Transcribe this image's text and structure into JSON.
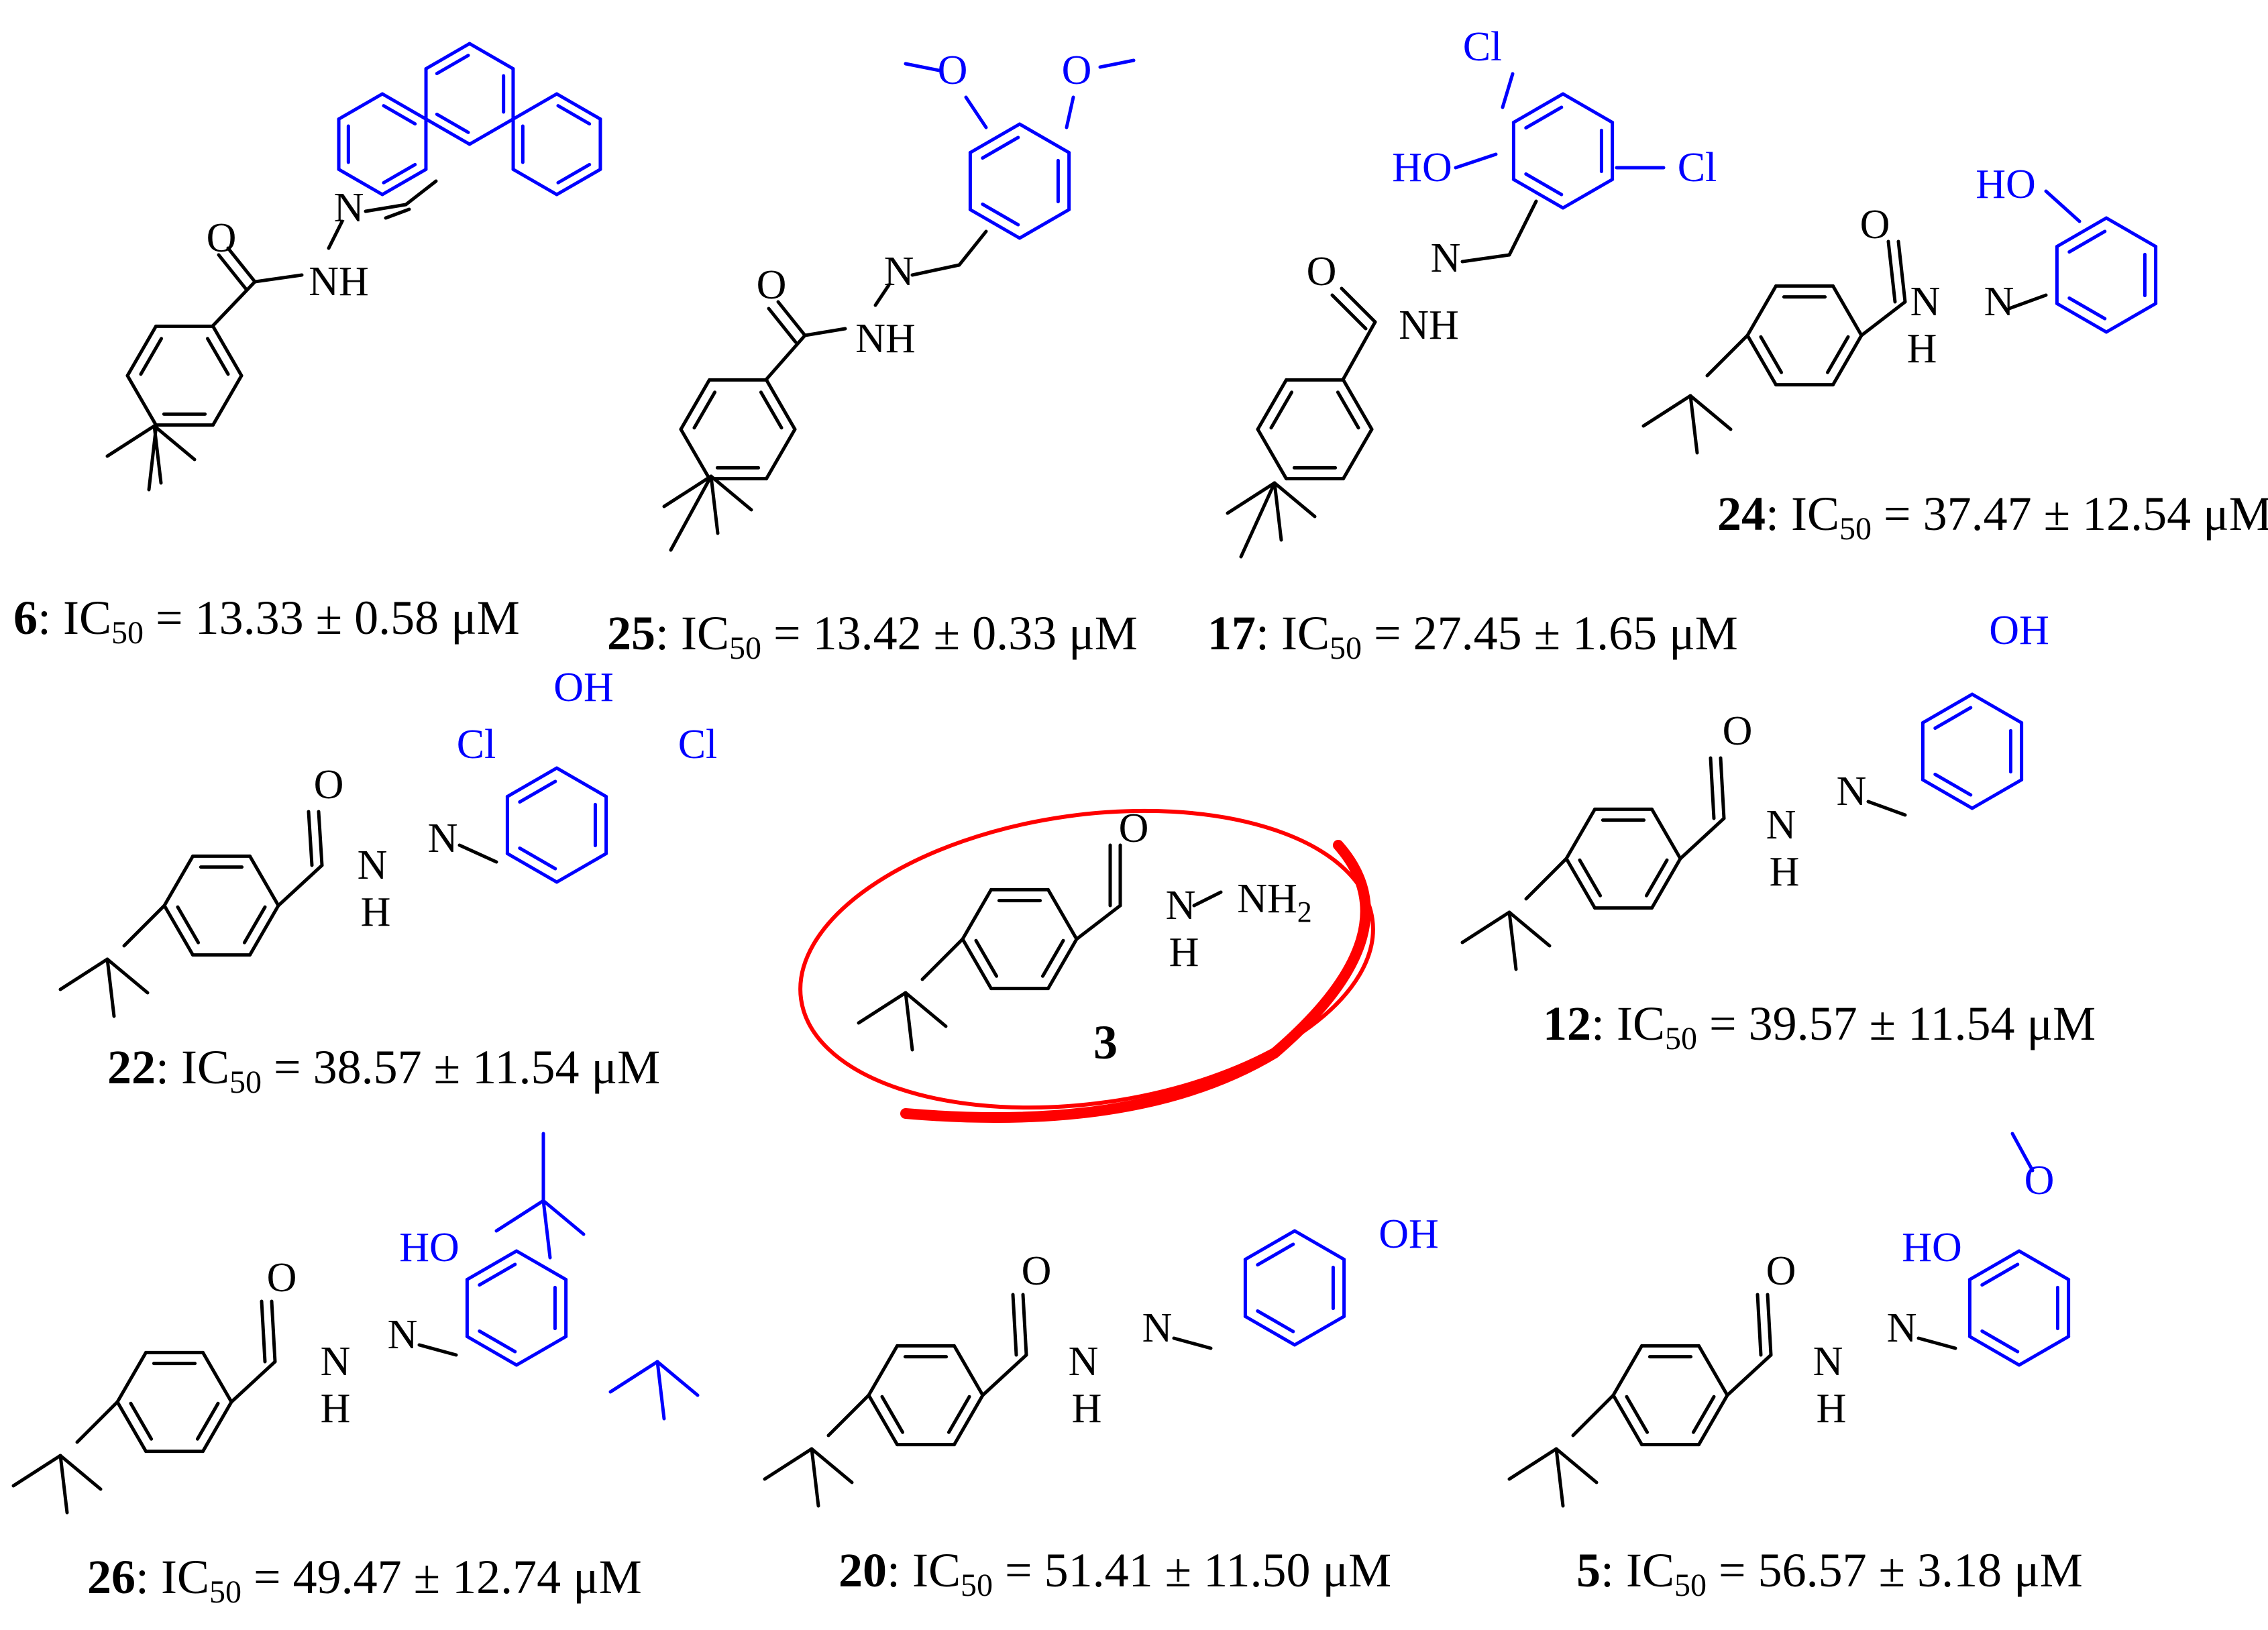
{
  "colors": {
    "scaffold": "#000000",
    "substituent": "#0000ff",
    "highlight": "#ff0000",
    "background": "#ffffff"
  },
  "labels": {
    "N": "N",
    "NH": "NH",
    "H": "H",
    "O": "O",
    "OH": "OH",
    "HO": "HO",
    "Cl": "Cl",
    "NH2": "NH",
    "NH2_sub": "2",
    "ic50_prefix": ": IC",
    "ic50_sub": "50",
    "ic50_eq": " = "
  },
  "parent": {
    "number": "3"
  },
  "compounds": [
    {
      "number": "6",
      "ic50": "13.33 ± 0.58 μM"
    },
    {
      "number": "25",
      "ic50": "13.42 ± 0.33 μM"
    },
    {
      "number": "17",
      "ic50": "27.45 ± 1.65 μM"
    },
    {
      "number": "24",
      "ic50": "37.47 ± 12.54 μM"
    },
    {
      "number": "22",
      "ic50": "38.57 ± 11.54 μM"
    },
    {
      "number": "12",
      "ic50": "39.57 ± 11.54 μM"
    },
    {
      "number": "26",
      "ic50": "49.47 ± 12.74 μM"
    },
    {
      "number": "20",
      "ic50": "51.41 ± 11.50 μM"
    },
    {
      "number": "5",
      "ic50": "56.57 ± 3.18 μM"
    }
  ]
}
